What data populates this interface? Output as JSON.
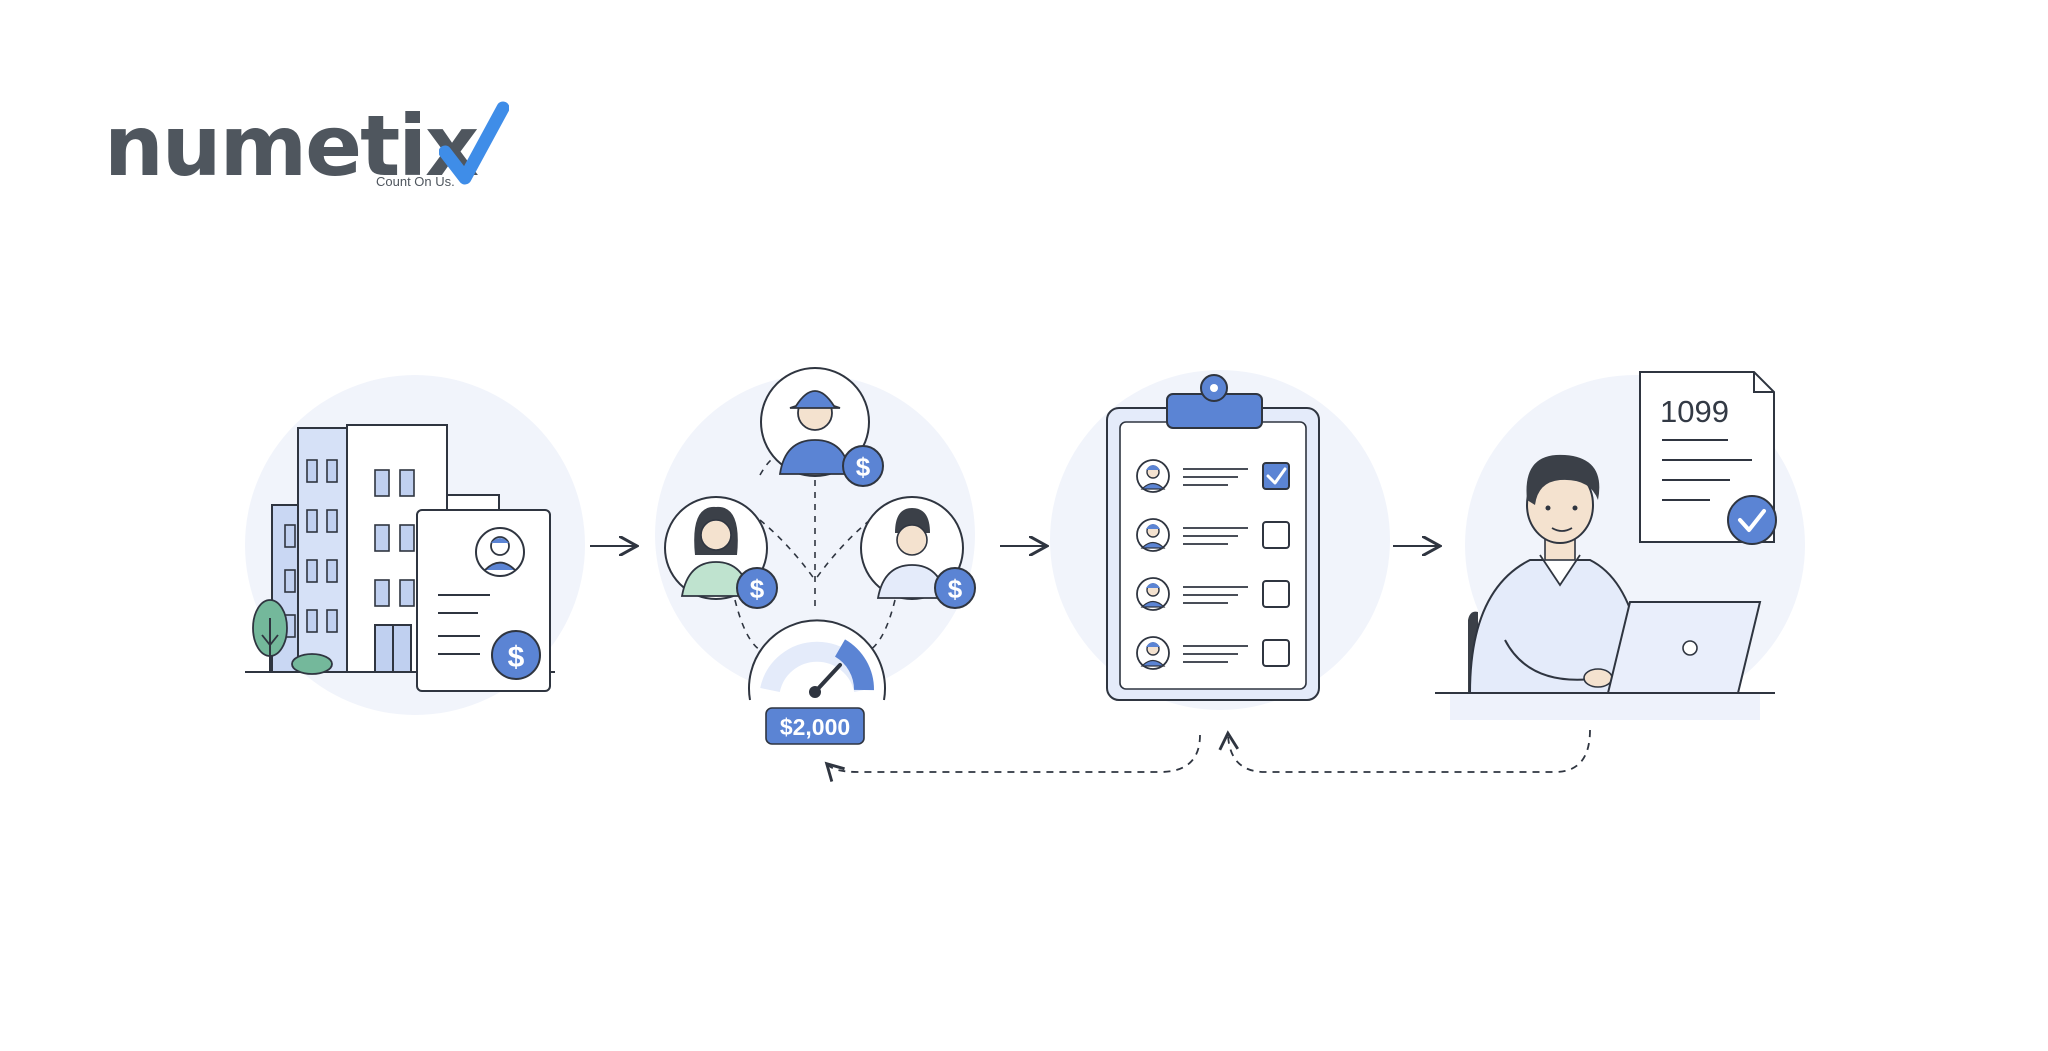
{
  "brand": {
    "name": "numetix",
    "tagline": "Count On Us."
  },
  "steps": {
    "threshold_amount": "$2,000",
    "form_label": "1099",
    "checklist_states": [
      true,
      false,
      false,
      false
    ]
  },
  "colors": {
    "accent": "#5b84d4",
    "accent_dark": "#4a6fba",
    "light_blue": "#e4ebfa",
    "circle_bg": "#f1f4fb",
    "outline": "#2f3540",
    "logo_gray": "#4f565e",
    "green": "#6fb99a"
  },
  "icons": [
    "office-building-icon",
    "invoice-icon",
    "contractor-icon",
    "dollar-coin-icon",
    "gauge-icon",
    "clipboard-icon",
    "checkbox-icon",
    "document-icon",
    "check-badge-icon",
    "laptop-icon",
    "arrow-right-icon",
    "dashed-return-arrow-icon"
  ]
}
